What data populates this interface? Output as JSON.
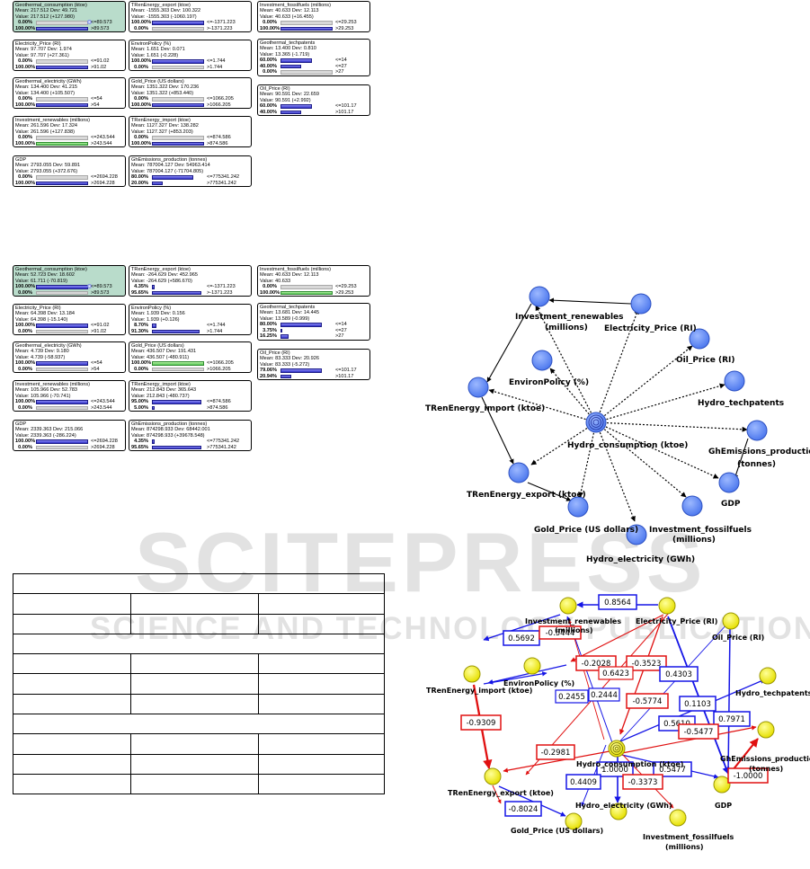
{
  "watermark": {
    "big": "SCITEPRESS",
    "small": "SCIENCE AND TECHNOLOGY PUBLICATIONS"
  },
  "panel_top": {
    "nodes": [
      {
        "title": "Geothermal_consumption (ktoe)",
        "stat1": "Mean: 217.512 Dev: 49.721",
        "stat2": "Value: 217.512 (+127.980)",
        "highlight": true,
        "rows": [
          {
            "pct": "0.00%",
            "frac": 0,
            "label": "<=89.573",
            "pin": true
          },
          {
            "pct": "100.00%",
            "frac": 1,
            "label": ">89.573"
          }
        ]
      },
      {
        "title": "Electricity_Price (RI)",
        "stat1": "Mean: 97.707 Dev: 1.974",
        "stat2": "Value: 97.707 (+27.361)",
        "rows": [
          {
            "pct": "0.00%",
            "frac": 0,
            "label": "<=91.02"
          },
          {
            "pct": "100.00%",
            "frac": 1,
            "label": ">91.02"
          }
        ]
      },
      {
        "title": "Geothermal_electricity (GWh)",
        "stat1": "Mean: 134.400 Dev: 41.215",
        "stat2": "Value: 134.400 (+105.507)",
        "rows": [
          {
            "pct": "0.00%",
            "frac": 0,
            "label": "<=54"
          },
          {
            "pct": "100.00%",
            "frac": 1,
            "label": ">54"
          }
        ]
      },
      {
        "title": "Investment_renewables (millions)",
        "stat1": "Mean: 261.596 Dev: 17.324",
        "stat2": "Value: 261.596 (+127.838)",
        "rows": [
          {
            "pct": "0.00%",
            "frac": 0,
            "label": "<=243.544"
          },
          {
            "pct": "100.00%",
            "frac": 1,
            "label": ">243.544",
            "green": true
          }
        ]
      },
      {
        "title": "GDP",
        "stat1": "Mean: 2793.055 Dev: 59.891",
        "stat2": "Value: 2793.055 (+372.676)",
        "rows": [
          {
            "pct": "0.00%",
            "frac": 0,
            "label": "<=2694.228"
          },
          {
            "pct": "100.00%",
            "frac": 1,
            "label": ">2694.228"
          }
        ]
      },
      {
        "title": "TRenEnergy_export (ktoe)",
        "stat1": "Mean: -1555.303 Dev: 100.322",
        "stat2": "Value: -1555.303 (-1060.197)",
        "rows": [
          {
            "pct": "100.00%",
            "frac": 1,
            "label": "<=-1371.223"
          },
          {
            "pct": "0.00%",
            "frac": 0,
            "label": ">-1371.223"
          }
        ]
      },
      {
        "title": "EnvironPolicy (%)",
        "stat1": "Mean: 1.651 Dev: 0.071",
        "stat2": "Value: 1.651 (-0.228)",
        "rows": [
          {
            "pct": "100.00%",
            "frac": 1,
            "label": "<=1.744"
          },
          {
            "pct": "0.00%",
            "frac": 0,
            "label": ">1.744"
          }
        ]
      },
      {
        "title": "Gold_Price (US dollars)",
        "stat1": "Mean: 1351.322 Dev: 170.236",
        "stat2": "Value: 1351.322 (+853.440)",
        "rows": [
          {
            "pct": "0.00%",
            "frac": 0,
            "label": "<=1066.205"
          },
          {
            "pct": "100.00%",
            "frac": 1,
            "label": ">1066.205"
          }
        ]
      },
      {
        "title": "TRenEnergy_import (ktoe)",
        "stat1": "Mean: 1127.327 Dev: 138.282",
        "stat2": "Value: 1127.327 (+853.203)",
        "rows": [
          {
            "pct": "0.00%",
            "frac": 0,
            "label": "<=874.586"
          },
          {
            "pct": "100.00%",
            "frac": 1,
            "label": ">874.586"
          }
        ]
      },
      {
        "title": "GhEmissions_production (tonnes)",
        "stat1": "Mean: 787004.127 Dev: 54963.414",
        "stat2": "Value: 787004.127 (-71704.805)",
        "rows": [
          {
            "pct": "80.00%",
            "frac": 0.8,
            "label": "<=775341.242"
          },
          {
            "pct": "20.00%",
            "frac": 0.2,
            "label": ">775341.242"
          }
        ]
      },
      {
        "title": "Investment_fossilfuels (millions)",
        "stat1": "Mean: 40.633 Dev: 12.113",
        "stat2": "Value: 40.633 (+16.455)",
        "rows": [
          {
            "pct": "0.00%",
            "frac": 0,
            "label": "<=29.253"
          },
          {
            "pct": "100.00%",
            "frac": 1,
            "label": ">29.253"
          }
        ]
      },
      {
        "title": "Geothermal_techpatents",
        "stat1": "Mean: 13.400 Dev: 0.810",
        "stat2": "Value: 13.365 (-1.719)",
        "rows": [
          {
            "pct": "60.00%",
            "frac": 0.6,
            "label": "<=14"
          },
          {
            "pct": "40.00%",
            "frac": 0.4,
            "label": "<=27"
          },
          {
            "pct": "0.00%",
            "frac": 0,
            "label": ">27"
          }
        ]
      },
      {
        "title": "Oil_Price (RI)",
        "stat1": "Mean: 90.591 Dev: 22.659",
        "stat2": "Value: 90.591 (+2.992)",
        "rows": [
          {
            "pct": "60.00%",
            "frac": 0.6,
            "label": "<=101.17"
          },
          {
            "pct": "40.00%",
            "frac": 0.4,
            "label": ">101.17"
          }
        ]
      }
    ]
  },
  "panel_mid": {
    "nodes": [
      {
        "title": "Geothermal_consumption (ktoe)",
        "stat1": "Mean: 52.723 Dev: 18.602",
        "stat2": "Value: 61.711 (-70.819)",
        "highlight": true,
        "rows": [
          {
            "pct": "100.00%",
            "frac": 1,
            "label": "<=89.573",
            "pin": true
          },
          {
            "pct": "0.00%",
            "frac": 0,
            "label": ">89.573"
          }
        ]
      },
      {
        "title": "Electricity_Price (RI)",
        "stat1": "Mean: 64.398 Dev: 13.184",
        "stat2": "Value: 64.398 (-15.140)",
        "rows": [
          {
            "pct": "100.00%",
            "frac": 1,
            "label": "<=91.02"
          },
          {
            "pct": "0.00%",
            "frac": 0,
            "label": ">91.02"
          }
        ]
      },
      {
        "title": "Geothermal_electricity (GWh)",
        "stat1": "Mean: 4.739 Dev: 9.180",
        "stat2": "Value: 4.739 (-58.937)",
        "rows": [
          {
            "pct": "100.00%",
            "frac": 1,
            "label": "<=54"
          },
          {
            "pct": "0.00%",
            "frac": 0,
            "label": ">54"
          }
        ]
      },
      {
        "title": "Investment_renewables (millions)",
        "stat1": "Mean: 105.966 Dev: 52.783",
        "stat2": "Value: 105.966 (-70.741)",
        "rows": [
          {
            "pct": "100.00%",
            "frac": 1,
            "label": "<=243.544"
          },
          {
            "pct": "0.00%",
            "frac": 0,
            "label": ">243.544"
          }
        ]
      },
      {
        "title": "GDP",
        "stat1": "Mean: 2339.363 Dev: 215.066",
        "stat2": "Value: 2339.363 (-286.224)",
        "rows": [
          {
            "pct": "100.00%",
            "frac": 1,
            "label": "<=2694.228"
          },
          {
            "pct": "0.00%",
            "frac": 0,
            "label": ">2694.228"
          }
        ]
      },
      {
        "title": "TRenEnergy_export (ktoe)",
        "stat1": "Mean: -264.629 Dev: 452.965",
        "stat2": "Value: -264.629 (+586.670)",
        "rows": [
          {
            "pct": "4.35%",
            "frac": 0.0435,
            "label": "<=-1371.223"
          },
          {
            "pct": "95.65%",
            "frac": 0.9565,
            "label": ">-1371.223"
          }
        ]
      },
      {
        "title": "EnvironPolicy (%)",
        "stat1": "Mean: 1.939 Dev: 0.156",
        "stat2": "Value: 1.939 (+0.126)",
        "rows": [
          {
            "pct": "8.70%",
            "frac": 0.087,
            "label": "<=1.744"
          },
          {
            "pct": "91.30%",
            "frac": 0.913,
            "label": ">1.744"
          }
        ]
      },
      {
        "title": "Gold_Price (US dollars)",
        "stat1": "Mean: 436.507 Dev: 191.431",
        "stat2": "Value: 436.507 (-480.911)",
        "rows": [
          {
            "pct": "100.00%",
            "frac": 1,
            "label": "<=1066.205",
            "green": true
          },
          {
            "pct": "0.00%",
            "frac": 0,
            "label": ">1066.205"
          }
        ]
      },
      {
        "title": "TRenEnergy_import (ktoe)",
        "stat1": "Mean: 212.843 Dev: 365.643",
        "stat2": "Value: 212.843 (-480.737)",
        "rows": [
          {
            "pct": "95.00%",
            "frac": 0.95,
            "label": "<=874.586"
          },
          {
            "pct": "5.00%",
            "frac": 0.05,
            "label": ">874.586"
          }
        ]
      },
      {
        "title": "GhEmissions_production (tonnes)",
        "stat1": "Mean: 874298.933 Dev: 68442.001",
        "stat2": "Value: 874298.933 (+39678.548)",
        "rows": [
          {
            "pct": "4.35%",
            "frac": 0.0435,
            "label": "<=775341.242"
          },
          {
            "pct": "95.65%",
            "frac": 0.9565,
            "label": ">775341.242"
          }
        ]
      },
      {
        "title": "Investment_fossilfuels (millions)",
        "stat1": "Mean: 40.633 Dev: 12.113",
        "stat2": "Value: 40.633",
        "rows": [
          {
            "pct": "0.00%",
            "frac": 0,
            "label": "<=29.253"
          },
          {
            "pct": "100.00%",
            "frac": 1,
            "label": ">29.253",
            "green": true
          }
        ]
      },
      {
        "title": "Geothermal_techpatents",
        "stat1": "Mean: 13.681 Dev: 14.445",
        "stat2": "Value: 13.589 (-0.999)",
        "rows": [
          {
            "pct": "80.00%",
            "frac": 0.8,
            "label": "<=14"
          },
          {
            "pct": "3.75%",
            "frac": 0.0375,
            "label": "<=27"
          },
          {
            "pct": "16.25%",
            "frac": 0.1625,
            "label": ">27"
          }
        ]
      },
      {
        "title": "Oil_Price (RI)",
        "stat1": "Mean: 83.333 Dev: 20.926",
        "stat2": "Value: 83.333 (-5.272)",
        "rows": [
          {
            "pct": "79.06%",
            "frac": 0.7906,
            "label": "<=101.17"
          },
          {
            "pct": "20.94%",
            "frac": 0.2094,
            "label": ">101.17"
          }
        ]
      }
    ]
  },
  "graph_top": {
    "center": "Hydro_consumption (ktoe)",
    "labels": [
      "Investment_renewables",
      "(millions)",
      "Electricity_Price (RI)",
      "Oil_Price (RI)",
      "EnvironPolicy (%)",
      "TRenEnergy_import (ktoe)",
      "Hydro_techpatents",
      "GhEmissions_production",
      "(tonnes)",
      "GDP",
      "TRenEnergy_export (ktoe)",
      "Gold_Price (US dollars)",
      "Investment_fossilfuels",
      "(millions)",
      "Hydro_electricity (GWh)"
    ]
  },
  "graph_bottom": {
    "center": "Hydro_consumption (ktoe)",
    "labels": [
      "Investment_renewables",
      "(millions)",
      "Electricity_Price (RI)",
      "Oil_Price (RI)",
      "EnvironPolicy (%)",
      "TRenEnergy_import (ktoe)",
      "Hydro_techpatents",
      "GhEmissions_production",
      "(tonnes)",
      "TRenEnergy_export (ktoe)",
      "Hydro_electricity (GWh)",
      "GDP",
      "Gold_Price (US dollars)",
      "Investment_fossilfuels",
      "(millions)"
    ],
    "weights": [
      "0.8564",
      "0.5692",
      "-0.5444",
      "-0.2028",
      "-0.3523",
      "0.6423",
      "0.4303",
      "0.2455",
      "0.2444",
      "-0.5774",
      "0.1103",
      "-0.9309",
      "0.5610",
      "0.7971",
      "-0.5477",
      "-0.2981",
      "1.0000",
      "0.5477",
      "0.4409",
      "-0.3373",
      "-1.0000",
      "-0.8024"
    ]
  }
}
